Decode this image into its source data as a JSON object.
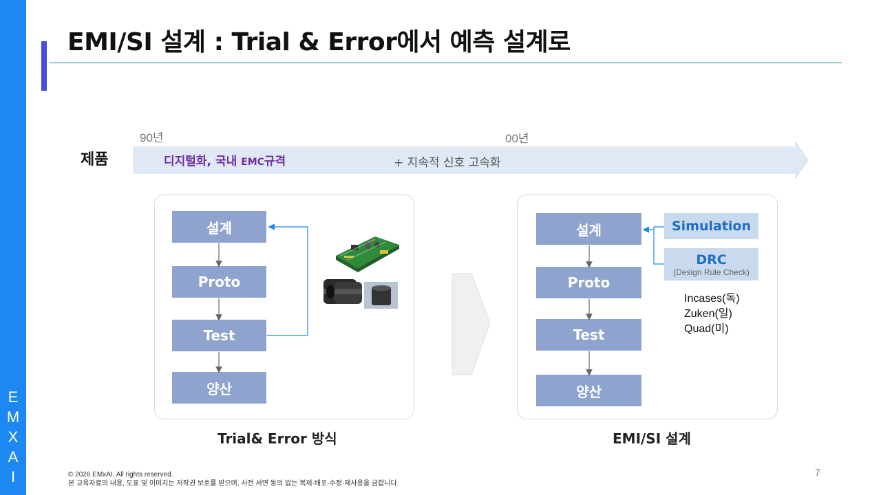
{
  "sidebar": {
    "letters": [
      "E",
      "M",
      "X",
      "A",
      "I"
    ]
  },
  "title": "EMI/SI 설계 : Trial & Error에서 예측 설계로",
  "timeline": {
    "decade_90": "90년",
    "decade_00": "00년",
    "product_label": "제품",
    "phase1_text": "디지털화, 국내 ",
    "phase1_emc": "EMC",
    "phase1_suffix": "규격",
    "phase2_text": "+ 지속적 신호 고속화"
  },
  "left_flow": {
    "steps": [
      "설계",
      "Proto",
      "Test",
      "양산"
    ],
    "caption": "Trial& Error 방식"
  },
  "right_flow": {
    "steps": [
      "설계",
      "Proto",
      "Test",
      "양산"
    ],
    "simulation": "Simulation",
    "drc": "DRC",
    "drc_sub": "(Design Rule Check)",
    "tools": [
      "Incases(독)",
      "Zuken(일)",
      "Quad(미)"
    ],
    "caption": "EMI/SI 설계"
  },
  "footer": {
    "copyright": "© 2026 EMxAI. All rights reserved.",
    "notice": "본 교육자료의 내용, 도표 및 이미지는 저작권 보호를 받으며, 사전 서면 동의 없는 복제·배포·수정·재사용을 금합니다."
  },
  "page_number": "7",
  "colors": {
    "sidebar": "#1e88f2",
    "accent": "#4a4ae0",
    "box": "#8fa3cf",
    "sim_box": "#c9daef",
    "arrow": "#1e88f2",
    "phase1": "#7030a0"
  }
}
